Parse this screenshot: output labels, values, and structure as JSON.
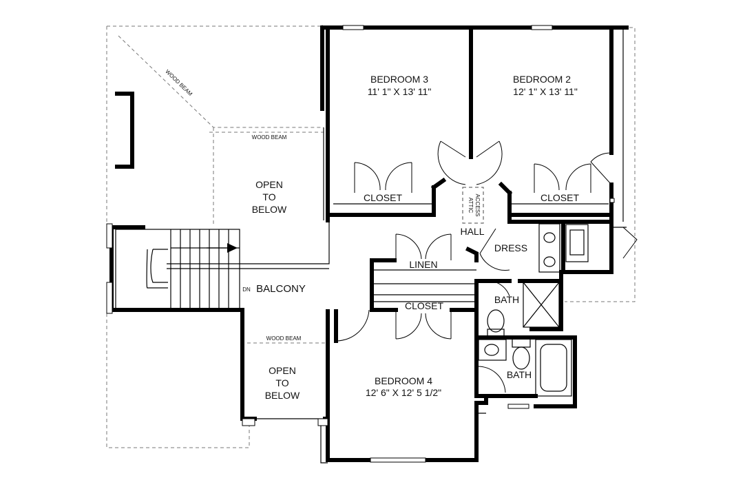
{
  "rooms": {
    "bedroom3": {
      "name": "BEDROOM 3",
      "size": "11' 1\" X 13' 11\""
    },
    "bedroom2": {
      "name": "BEDROOM 2",
      "size": "12' 1\" X 13' 11\""
    },
    "bedroom4": {
      "name": "BEDROOM 4",
      "size": "12' 6\" X 12' 5 1/2\""
    },
    "closet_b3": "CLOSET",
    "closet_b2": "CLOSET",
    "closet_b4": "CLOSET",
    "linen": "LINEN",
    "hall": "HALL",
    "dress": "DRESS",
    "bath_upper": "BATH",
    "bath_lower": "BATH",
    "balcony": "BALCONY",
    "stair_dn": "DN",
    "attic_access": [
      "ATTIC",
      "ACCESS"
    ],
    "open_below_upper": [
      "OPEN",
      "TO",
      "BELOW"
    ],
    "open_below_lower": [
      "OPEN",
      "TO",
      "BELOW"
    ]
  },
  "annotations": {
    "wood_beam_diagonal": "WOOD BEAM",
    "wood_beam_upper": "WOOD BEAM",
    "wood_beam_lower": "WOOD BEAM"
  }
}
